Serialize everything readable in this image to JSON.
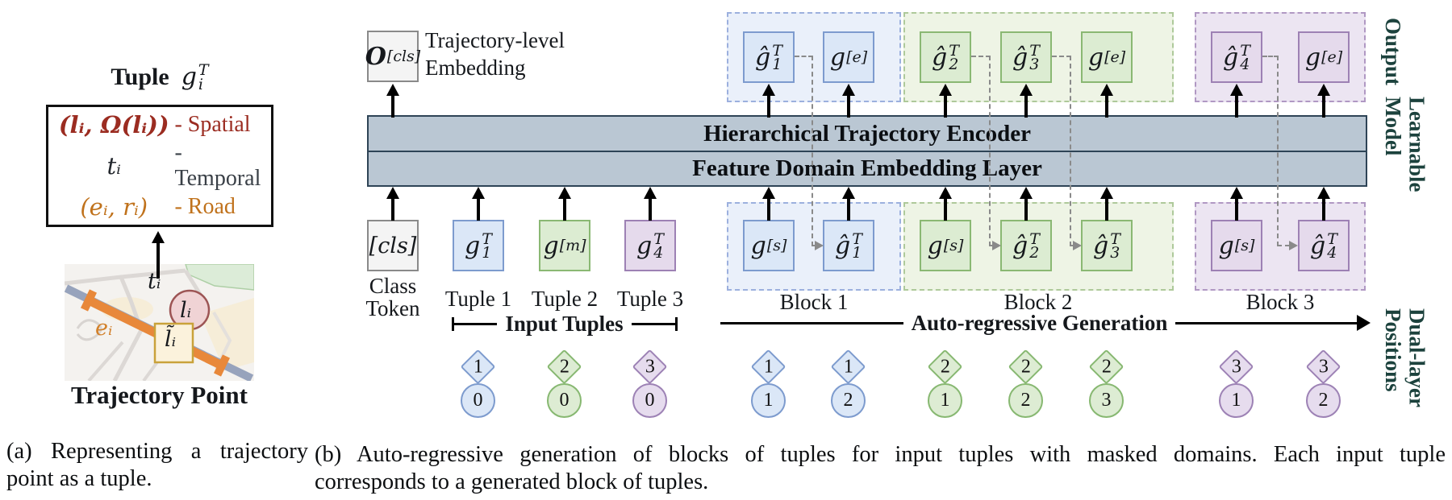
{
  "figure": {
    "colors": {
      "blue_fill": "#dbe7f7",
      "blue_border": "#7d9bce",
      "green_fill": "#dcecd2",
      "green_border": "#8ab873",
      "purple_fill": "#e5daec",
      "purple_border": "#9d81b4",
      "bar_fill": "#bac7d3",
      "bar_border": "#2e4456",
      "spatial_red": "#9b2c21",
      "road_orange": "#c0721c",
      "side_label_green": "#1c423d",
      "feedback_gray": "#8a8a8a"
    },
    "panel_a": {
      "title_word": "Tuple",
      "title_token": {
        "base": "g",
        "sup": "T",
        "sub": "i"
      },
      "rows": [
        {
          "math": "(lᵢ, Ω(lᵢ))",
          "label": "- Spatial"
        },
        {
          "math": "tᵢ",
          "label": "- Temporal"
        },
        {
          "math": "(eᵢ, rᵢ)",
          "label": "- Road"
        }
      ],
      "map_labels": {
        "t": "tᵢ",
        "l": "lᵢ",
        "l_matched": "l̃ᵢ",
        "e": "eᵢ"
      },
      "map_caption": "Trajectory Point",
      "caption_l1": "(a) Representing a trajectory",
      "caption_l2": "point as a tuple."
    },
    "panel_b": {
      "o_token": {
        "base": "O",
        "sub": "[cls]"
      },
      "output_label_l1": "Trajectory-level",
      "output_label_l2": "Embedding",
      "encoder_bar": "Hierarchical Trajectory Encoder",
      "embedding_bar": "Feature Domain Embedding Layer",
      "cls_token": {
        "base": "[cls]"
      },
      "cls_label_l1": "Class",
      "cls_label_l2": "Token",
      "tuple_labels": [
        "Tuple 1",
        "Tuple 2",
        "Tuple 3"
      ],
      "input_tuples_label": "Input Tuples",
      "autoregressive_label": "Auto-regressive Generation",
      "block_labels": [
        "Block 1",
        "Block 2",
        "Block 3"
      ],
      "tokens": {
        "g1": {
          "base": "g",
          "sup": "T",
          "sub": "1"
        },
        "gm": {
          "base": "g",
          "sub": "[m]"
        },
        "g4": {
          "base": "g",
          "sup": "T",
          "sub": "4"
        },
        "gs": {
          "base": "g",
          "sub": "[s]"
        },
        "ge": {
          "base": "g",
          "sub": "[e]"
        },
        "hg1": {
          "base": "ĝ",
          "sup": "T",
          "sub": "1"
        },
        "hg2": {
          "base": "ĝ",
          "sup": "T",
          "sub": "2"
        },
        "hg3": {
          "base": "ĝ",
          "sup": "T",
          "sub": "3"
        },
        "hg4": {
          "base": "ĝ",
          "sup": "T",
          "sub": "4"
        }
      },
      "side_labels": {
        "output": "Output",
        "learnable_l1": "Learnable",
        "learnable_l2": "Model",
        "dual_l1": "Dual-layer",
        "dual_l2": "Positions"
      },
      "positions": [
        {
          "diamond": "1",
          "circle": "0"
        },
        {
          "diamond": "2",
          "circle": "0"
        },
        {
          "diamond": "3",
          "circle": "0"
        },
        {
          "diamond": "1",
          "circle": "1"
        },
        {
          "diamond": "1",
          "circle": "2"
        },
        {
          "diamond": "2",
          "circle": "1"
        },
        {
          "diamond": "2",
          "circle": "2"
        },
        {
          "diamond": "2",
          "circle": "3"
        },
        {
          "diamond": "3",
          "circle": "1"
        },
        {
          "diamond": "3",
          "circle": "2"
        }
      ],
      "caption_l1": "(b) Auto-regressive generation of blocks of tuples for input tuples with masked domains. Each input tuple",
      "caption_l2": "corresponds to a generated block of tuples."
    }
  }
}
